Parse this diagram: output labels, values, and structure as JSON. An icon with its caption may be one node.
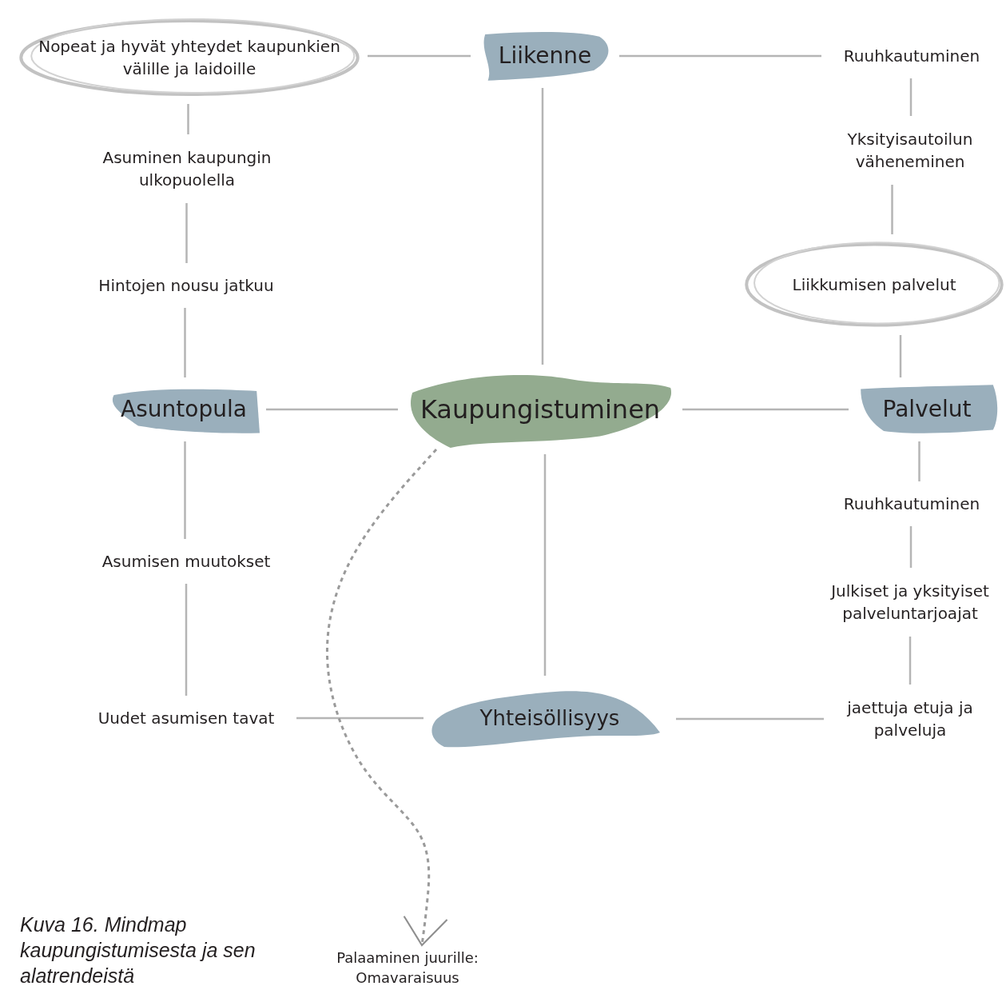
{
  "diagram": {
    "caption": "Kuva 16. Mindmap kaupungistumisesta ja sen alatrendeistä",
    "nodes": [
      {
        "text": [
          "Nopeat ja hyvät yhteydet kaupunkien välille ja laidoille"
        ]
      },
      {
        "text": [
          "Liikenne"
        ]
      },
      {
        "text": [
          "Ruuhkautuminen"
        ]
      },
      {
        "text": [
          "Yksityisautoilun väheneminen"
        ]
      },
      {
        "text": [
          "Asuminen kaupungin ulkopuolella"
        ]
      },
      {
        "text": [
          "Liikkumisen palvelut"
        ]
      },
      {
        "text": [
          "Hintojen nousu jatkuu"
        ]
      },
      {
        "text": [
          "Asuntopula"
        ]
      },
      {
        "text": [
          "Kaupungistuminen"
        ]
      },
      {
        "text": [
          "Palvelut"
        ]
      },
      {
        "text": [
          "Ruuhkautuminen"
        ]
      },
      {
        "text": [
          "Asumisen muutokset"
        ]
      },
      {
        "text": [
          "Julkiset ja yksityiset palveluntarjoajat"
        ]
      },
      {
        "text": [
          "Uudet asumisen tavat"
        ]
      },
      {
        "text": [
          "Yhteisöllisyys"
        ]
      },
      {
        "text": [
          "jaettuja etuja ja palveluja"
        ]
      },
      {
        "text": [
          "Palaaminen juurille: Omavaraisuus"
        ]
      }
    ],
    "edges": [
      {
        "from": 0,
        "to": 1,
        "arrow": "none"
      },
      {
        "from": 1,
        "to": 2,
        "arrow": "none"
      },
      {
        "from": 2,
        "to": 3,
        "arrow": "none"
      },
      {
        "from": 3,
        "to": 5,
        "arrow": "none"
      },
      {
        "from": 5,
        "to": 9,
        "arrow": "none"
      },
      {
        "from": 1,
        "to": 8,
        "arrow": "none"
      },
      {
        "from": 7,
        "to": 8,
        "arrow": "none"
      },
      {
        "from": 8,
        "to": 9,
        "arrow": "none"
      },
      {
        "from": 9,
        "to": 10,
        "arrow": "none"
      },
      {
        "from": 10,
        "to": 12,
        "arrow": "none"
      },
      {
        "from": 12,
        "to": 15,
        "arrow": "none"
      },
      {
        "from": 14,
        "to": 15,
        "arrow": "none"
      },
      {
        "from": 8,
        "to": 14,
        "arrow": "none"
      },
      {
        "from": 13,
        "to": 14,
        "arrow": "none"
      },
      {
        "from": 11,
        "to": 13,
        "arrow": "none"
      },
      {
        "from": 7,
        "to": 11,
        "arrow": "none"
      },
      {
        "from": 6,
        "to": 7,
        "arrow": "none"
      },
      {
        "from": 4,
        "to": 6,
        "arrow": "none"
      },
      {
        "from": 0,
        "to": 4,
        "arrow": "none"
      },
      {
        "from": 8,
        "to": 16,
        "arrow": "to",
        "style": "dashed"
      }
    ]
  }
}
